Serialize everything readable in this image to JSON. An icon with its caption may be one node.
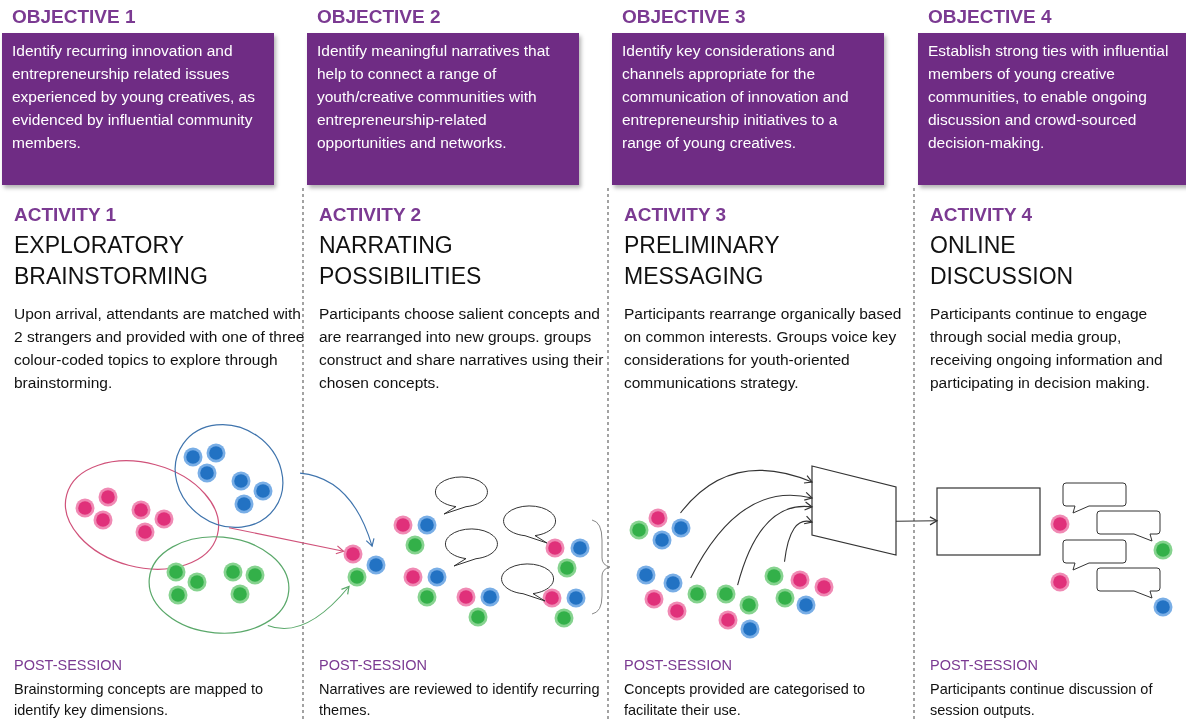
{
  "diagram": {
    "nodes": [
      {
        "text": [
          "OBJECTIVE 1",
          "Identify recurring innovation and entrepreneurship related issues experienced by young creatives, as evidenced by influential community members."
        ]
      },
      {
        "text": [
          "OBJECTIVE 2",
          "Identify meaningful narratives that help to connect a range of youth/creative communities with entrepreneurship-related opportunities and networks."
        ]
      },
      {
        "text": [
          "OBJECTIVE 3",
          "Identify key considerations and channels appropriate for the communication of innovation and entrepreneurship initiatives to a range of young creatives."
        ]
      },
      {
        "text": [
          "OBJECTIVE 4",
          "Establish strong ties with influential members of young creative communities, to enable ongoing discussion and crowd-sourced decision-making."
        ]
      },
      {
        "text": [],
        "shape": "ellipse"
      },
      {
        "text": [],
        "shape": "ellipse"
      },
      {
        "text": [],
        "shape": "ellipse"
      },
      {
        "text": [],
        "shape": "dots"
      },
      {
        "text": [],
        "shape": "dots"
      },
      {
        "text": [],
        "shape": "trapezoid"
      },
      {
        "text": [],
        "shape": "box"
      }
    ],
    "edges": [
      {
        "from": 4,
        "to": 7,
        "arrow": "to",
        "color": "#d0527a"
      },
      {
        "from": 5,
        "to": 7,
        "arrow": "to",
        "color": "#3f74ad"
      },
      {
        "from": 6,
        "to": 7,
        "arrow": "to",
        "color": "#5aa86a"
      },
      {
        "from": 8,
        "to": 9,
        "arrow": "to"
      },
      {
        "from": 8,
        "to": 9,
        "arrow": "to"
      },
      {
        "from": 8,
        "to": 9,
        "arrow": "to"
      },
      {
        "from": 8,
        "to": 9,
        "arrow": "to"
      },
      {
        "from": 9,
        "to": 10,
        "arrow": "to"
      }
    ],
    "labels": [
      "ACTIVITY 1",
      "EXPLORATORY BRAINSTORMING",
      "Upon arrival, attendants are matched with 2 strangers and provided with one of three colour-coded topics to explore through brainstorming.",
      "POST-SESSION",
      "Brainstorming concepts are mapped to identify key dimensions.",
      "ACTIVITY 2",
      "NARRATING POSSIBILITIES",
      "Participants choose salient concepts and are rearranged into new groups. groups construct and share narratives using their chosen concepts.",
      "POST-SESSION",
      "Narratives are reviewed to identify recurring themes.",
      "ACTIVITY 3",
      "PRELIMINARY MESSAGING",
      "Participants rearrange organically based on common interests. Groups voice key considerations for youth-oriented communications strategy.",
      "POST-SESSION",
      "Concepts provided are categorised to facilitate their use.",
      "ACTIVITY 4",
      "ONLINE DISCUSSION",
      "Participants continue to engage through social media group, receiving ongoing information and participating in decision making.",
      "POST-SESSION",
      "Participants continue discussion of session outputs."
    ]
  }
}
